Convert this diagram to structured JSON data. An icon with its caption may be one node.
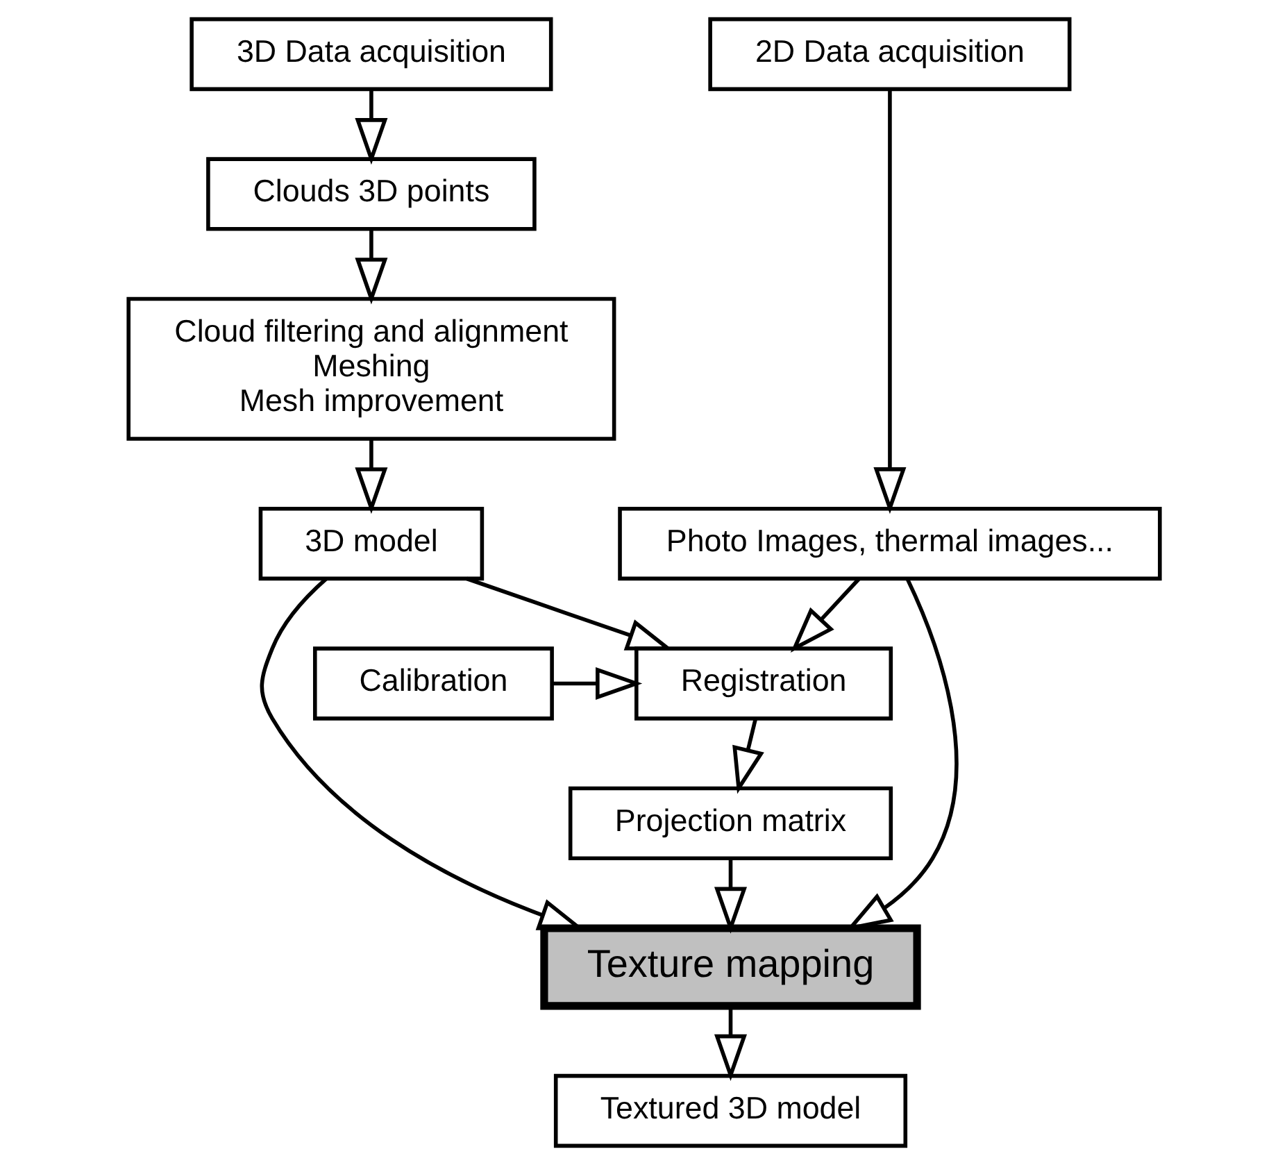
{
  "diagram": {
    "nodes": [
      {
        "text": [
          "3D Data acquisition"
        ]
      },
      {
        "text": [
          "Clouds 3D points"
        ]
      },
      {
        "text": [
          "Cloud filtering and alignment",
          "Meshing",
          "Mesh improvement"
        ]
      },
      {
        "text": [
          "2D Data acquisition"
        ]
      },
      {
        "text": [
          "3D model"
        ]
      },
      {
        "text": [
          "Photo Images, thermal images..."
        ]
      },
      {
        "text": [
          "Registration"
        ]
      },
      {
        "text": [
          "Calibration"
        ]
      },
      {
        "text": [
          "Projection matrix"
        ]
      },
      {
        "text": [
          "Texture mapping"
        ]
      },
      {
        "text": [
          "Textured 3D model"
        ]
      }
    ],
    "edges": [
      {
        "from": 0,
        "to": 1,
        "arrow": "to"
      },
      {
        "from": 1,
        "to": 2,
        "arrow": "to"
      },
      {
        "from": 2,
        "to": 4,
        "arrow": "to"
      },
      {
        "from": 3,
        "to": 5,
        "arrow": "to"
      },
      {
        "from": 4,
        "to": 6,
        "arrow": "to"
      },
      {
        "from": 5,
        "to": 6,
        "arrow": "to"
      },
      {
        "from": 7,
        "to": 6,
        "arrow": "to"
      },
      {
        "from": 6,
        "to": 8,
        "arrow": "to"
      },
      {
        "from": 8,
        "to": 9,
        "arrow": "to"
      },
      {
        "from": 4,
        "to": 9,
        "arrow": "to"
      },
      {
        "from": 5,
        "to": 9,
        "arrow": "to"
      },
      {
        "from": 9,
        "to": 10,
        "arrow": "to"
      }
    ]
  }
}
